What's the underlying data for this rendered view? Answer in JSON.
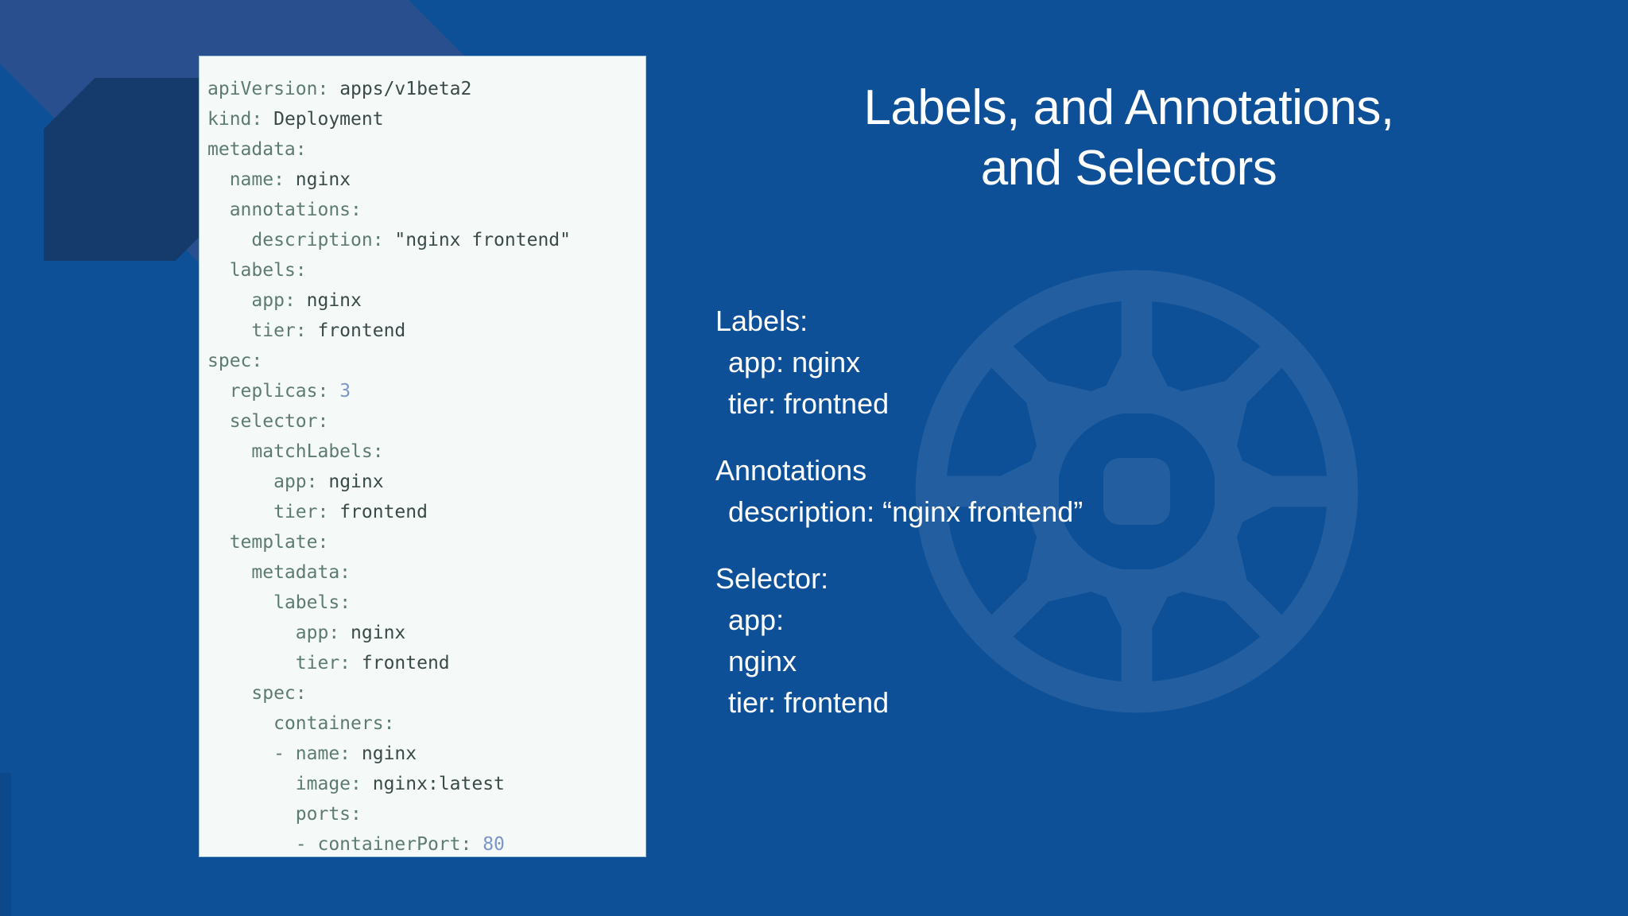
{
  "slide": {
    "background_color": "#0e5097",
    "accent_band_color": "#2a4f8f",
    "accent_chevron_color": "#143b6b",
    "watermark_icon": "kubernetes-helm-wheel-icon"
  },
  "title": {
    "line1": "Labels, and Annotations,",
    "line2": "and Selectors"
  },
  "code": {
    "language": "yaml",
    "card_background": "#f5f9f7",
    "key_color": "#5d7b72",
    "value_color": "#3a4a48",
    "number_color": "#7b96c9",
    "lines": [
      {
        "indent": 0,
        "key": "apiVersion",
        "value": "apps/v1beta2",
        "type": "string"
      },
      {
        "indent": 0,
        "key": "kind",
        "value": "Deployment",
        "type": "string"
      },
      {
        "indent": 0,
        "key": "metadata",
        "value": "",
        "type": "map"
      },
      {
        "indent": 1,
        "key": "name",
        "value": "nginx",
        "type": "string"
      },
      {
        "indent": 1,
        "key": "annotations",
        "value": "",
        "type": "map"
      },
      {
        "indent": 2,
        "key": "description",
        "value": "\"nginx frontend\"",
        "type": "string"
      },
      {
        "indent": 1,
        "key": "labels",
        "value": "",
        "type": "map"
      },
      {
        "indent": 2,
        "key": "app",
        "value": "nginx",
        "type": "string"
      },
      {
        "indent": 2,
        "key": "tier",
        "value": "frontend",
        "type": "string"
      },
      {
        "indent": 0,
        "key": "spec",
        "value": "",
        "type": "map"
      },
      {
        "indent": 1,
        "key": "replicas",
        "value": "3",
        "type": "number"
      },
      {
        "indent": 1,
        "key": "selector",
        "value": "",
        "type": "map"
      },
      {
        "indent": 2,
        "key": "matchLabels",
        "value": "",
        "type": "map"
      },
      {
        "indent": 3,
        "key": "app",
        "value": "nginx",
        "type": "string"
      },
      {
        "indent": 3,
        "key": "tier",
        "value": "frontend",
        "type": "string"
      },
      {
        "indent": 1,
        "key": "template",
        "value": "",
        "type": "map"
      },
      {
        "indent": 2,
        "key": "metadata",
        "value": "",
        "type": "map"
      },
      {
        "indent": 3,
        "key": "labels",
        "value": "",
        "type": "map"
      },
      {
        "indent": 4,
        "key": "app",
        "value": "nginx",
        "type": "string"
      },
      {
        "indent": 4,
        "key": "tier",
        "value": "frontend",
        "type": "string"
      },
      {
        "indent": 2,
        "key": "spec",
        "value": "",
        "type": "map"
      },
      {
        "indent": 3,
        "key": "containers",
        "value": "",
        "type": "map"
      },
      {
        "indent": 3,
        "key": "name",
        "value": "nginx",
        "type": "string",
        "dash": true
      },
      {
        "indent": 4,
        "key": "image",
        "value": "nginx:latest",
        "type": "string"
      },
      {
        "indent": 4,
        "key": "ports",
        "value": "",
        "type": "map"
      },
      {
        "indent": 4,
        "key": "containerPort",
        "value": "80",
        "type": "number",
        "dash": true
      }
    ]
  },
  "body": {
    "sections": [
      {
        "heading": "Labels:",
        "items": [
          "app: nginx",
          "tier: frontned"
        ]
      },
      {
        "heading": "Annotations",
        "items": [
          "description:  “nginx frontend”"
        ]
      },
      {
        "heading": "Selector:",
        "items": [
          "app:",
          "nginx",
          "tier: frontend"
        ]
      }
    ]
  }
}
